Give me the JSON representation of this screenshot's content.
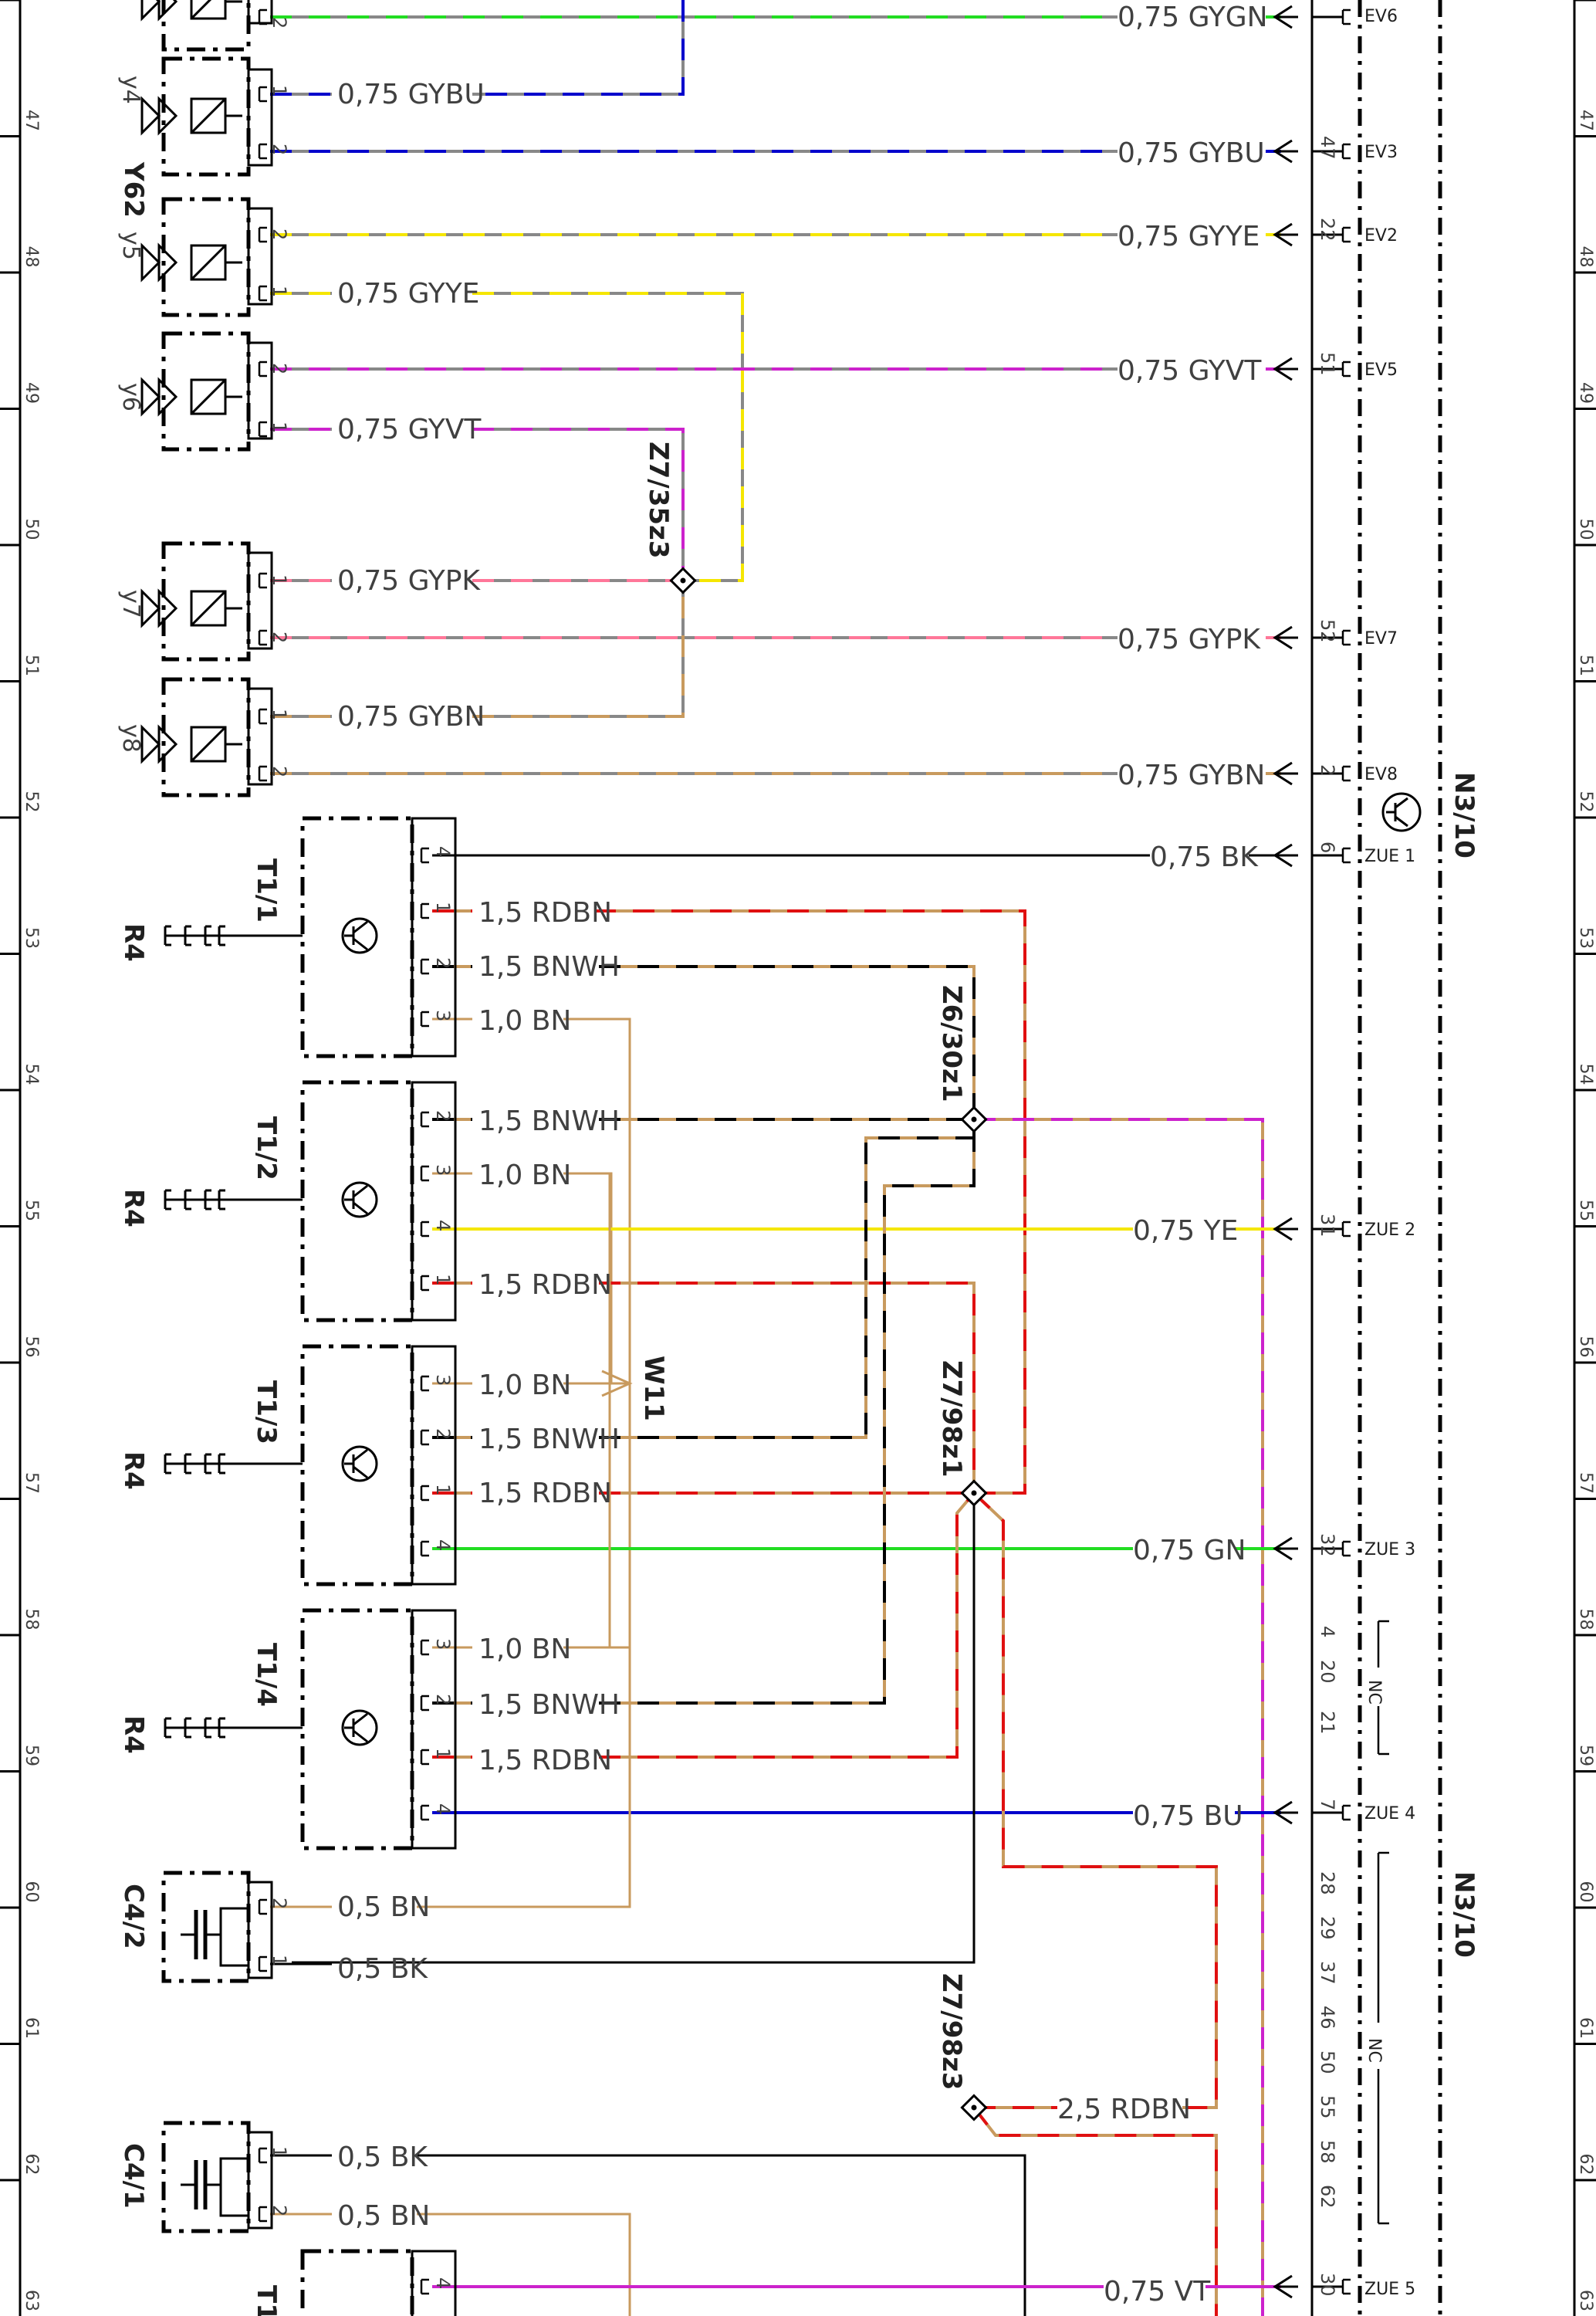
{
  "grid_numbers": [
    "47",
    "48",
    "49",
    "50",
    "51",
    "52",
    "53",
    "54",
    "55",
    "56",
    "57",
    "58",
    "59",
    "60",
    "61",
    "62",
    "63"
  ],
  "colors": {
    "gray": "#888888",
    "green": "#22dd22",
    "blue": "#0000cc",
    "yellow": "#f5e600",
    "violet": "#cc22cc",
    "pink": "#ff7799",
    "brown": "#c89a5e",
    "red": "#e01010",
    "black": "#000000",
    "white": "#ffffff"
  },
  "components": {
    "Y62": "Y62",
    "y4": "y4",
    "y5": "y5",
    "y6": "y6",
    "y7": "y7",
    "y8": "y8",
    "T1_1": "T1/1",
    "T1_2": "T1/2",
    "T1_3": "T1/3",
    "T1_4": "T1/4",
    "T1_5": "T1",
    "R4": "R4",
    "C4_2": "C4/2",
    "C4_1": "C4/1",
    "N3_10_a": "N3/10",
    "N3_10_b": "N3/10",
    "W11": "W11",
    "Z7_35z3": "Z7/35z3",
    "Z6_30z1": "Z6/30z1",
    "Z7_98z1": "Z7/98z1",
    "Z7_98z3": "Z7/98z3",
    "NC": "NC"
  },
  "wires": {
    "w_gygn": "0,75 GYGN",
    "w_gybu_a": "0,75 GYBU",
    "w_gybu_b": "0,75 GYBU",
    "w_gyye_a": "0,75 GYYE",
    "w_gyye_b": "0,75 GYYE",
    "w_gyvt_a": "0,75 GYVT",
    "w_gyvt_b": "0,75 GYVT",
    "w_gypk_a": "0,75 GYPK",
    "w_gypk_b": "0,75 GYPK",
    "w_gybn_a": "0,75 GYBN",
    "w_gybn_b": "0,75 GYBN",
    "w_bk_075": "0,75 BK",
    "w_rdbn_1": "1,5 RDBN",
    "w_bnwh_1": "1,5 BNWH",
    "w_bn_1": "1,0 BN",
    "w_bnwh_2": "1,5 BNWH",
    "w_bn_2": "1,0 BN",
    "w_ye": "0,75 YE",
    "w_rdbn_2": "1,5 RDBN",
    "w_bn_3": "1,0 BN",
    "w_bnwh_3": "1,5 BNWH",
    "w_rdbn_3": "1,5 RDBN",
    "w_gn": "0,75 GN",
    "w_bn_4": "1,0 BN",
    "w_bnwh_4": "1,5 BNWH",
    "w_rdbn_4": "1,5 RDBN",
    "w_bu": "0,75 BU",
    "w_bn_05a": "0,5 BN",
    "w_bk_05a": "0,5 BK",
    "w_rdbn_25": "2,5 RDBN",
    "w_bk_05b": "0,5 BK",
    "w_bn_05b": "0,5 BN",
    "w_vt": "0,75 VT"
  },
  "pins": {
    "p1": "1",
    "p2": "2",
    "p3": "3",
    "p4": "4",
    "n47": "47",
    "n22": "22",
    "n51": "51",
    "n52": "52",
    "n2": "2",
    "n6": "6",
    "n31": "31",
    "n32": "32",
    "n7": "7",
    "n30": "30",
    "nc1": [
      "4",
      "20",
      "21"
    ],
    "nc2": [
      "28",
      "29",
      "37",
      "46",
      "50",
      "55",
      "58",
      "62"
    ]
  },
  "connectors": {
    "EV6": "EV6",
    "EV3": "EV3",
    "EV2": "EV2",
    "EV5": "EV5",
    "EV7": "EV7",
    "EV8": "EV8",
    "ZUE1": "ZUE 1",
    "ZUE2": "ZUE 2",
    "ZUE3": "ZUE 3",
    "ZUE4": "ZUE 4",
    "ZUE5": "ZUE 5"
  }
}
